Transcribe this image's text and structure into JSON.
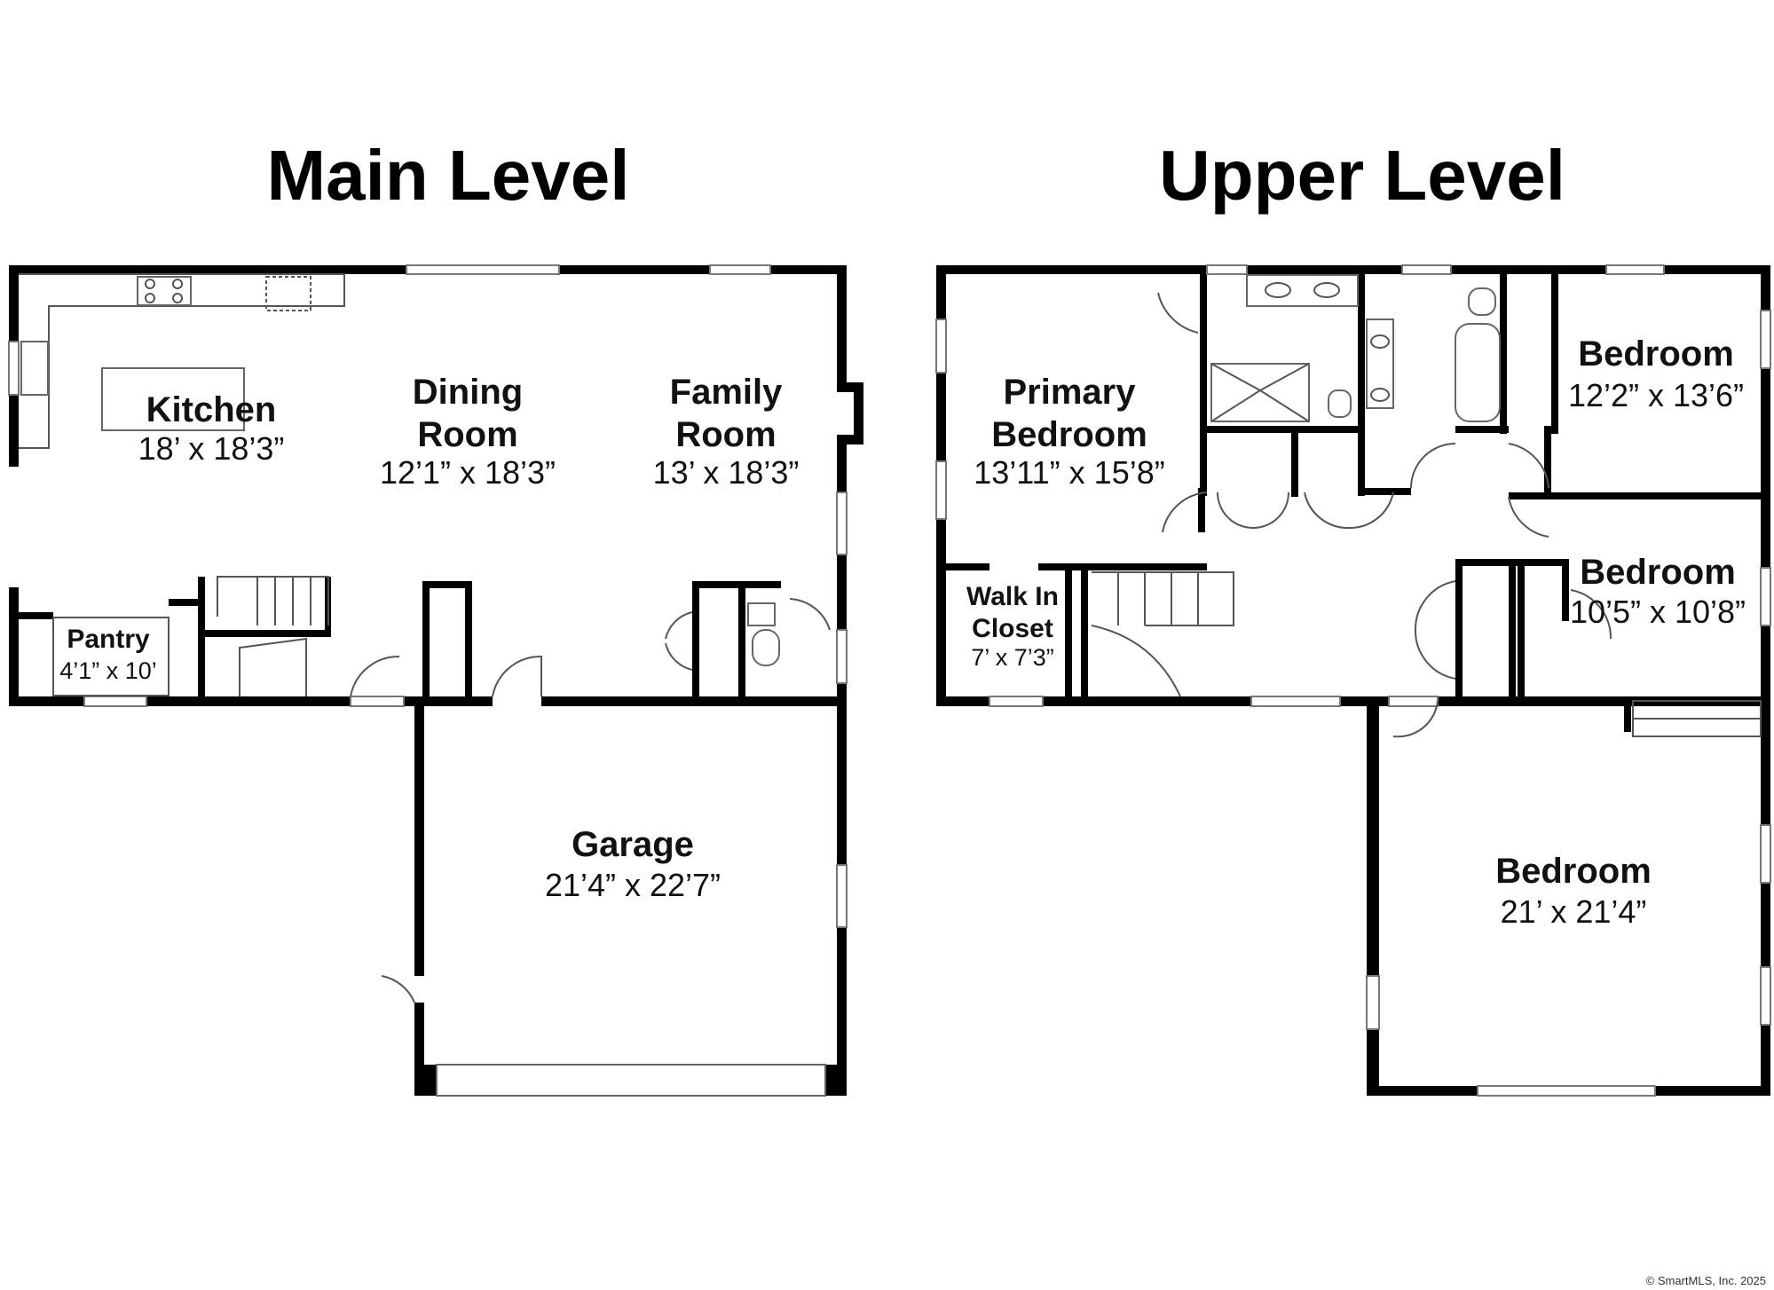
{
  "levels": [
    {
      "title": "Main Level",
      "rooms": [
        {
          "name": "Kitchen",
          "dims": "18’ x 18’3”"
        },
        {
          "name": "Dining Room",
          "dims": "12’1” x 18’3”"
        },
        {
          "name": "Family Room",
          "dims": "13’ x 18’3”"
        },
        {
          "name": "Pantry",
          "dims": "4’1” x 10’"
        },
        {
          "name": "Garage",
          "dims": "21’4” x 22’7”"
        }
      ]
    },
    {
      "title": "Upper Level",
      "rooms": [
        {
          "name": "Primary Bedroom",
          "dims": "13’11” x 15’8”"
        },
        {
          "name": "Bedroom",
          "dims": "12’2” x 13’6”"
        },
        {
          "name": "Bedroom",
          "dims": "10’5” x 10’8”"
        },
        {
          "name": "Walk In Closet",
          "dims": "7’ x 7’3”"
        },
        {
          "name": "Bedroom",
          "dims": "21’ x 21’4”"
        }
      ]
    }
  ],
  "copyright": "© SmartMLS, Inc.  2025"
}
